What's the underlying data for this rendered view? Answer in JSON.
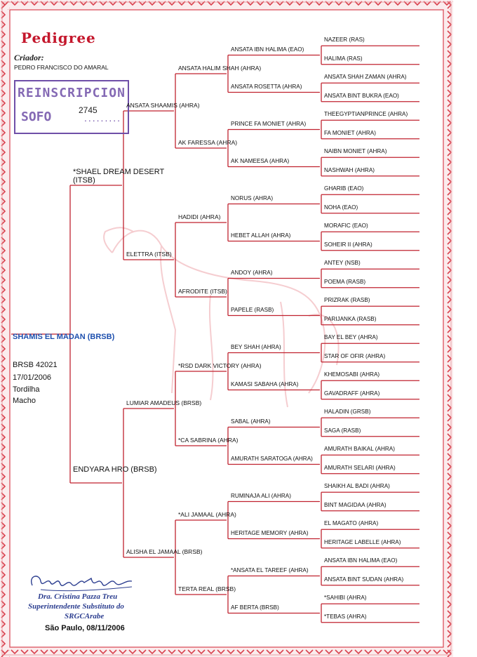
{
  "header": {
    "title": "Pedigree",
    "breeder_label": "Criador:",
    "breeder_name": "PEDRO FRANCISCO DO AMARAL"
  },
  "stamp": {
    "top_text": "REINSCRIPCION",
    "bottom_text": "SOFO",
    "number": "2745",
    "dots": "........."
  },
  "horse": {
    "name": "SHAMIS EL MADAN (BRSB)",
    "registration": "BRSB 42021",
    "birth_date": "17/01/2006",
    "color": "Tordilha",
    "sex": "Macho"
  },
  "pedigree": {
    "gen1": [
      "*SHAEL DREAM DESERT (ITSB)",
      "ENDYARA HRO (BRSB)"
    ],
    "gen2": [
      "ANSATA SHAAMIS (AHRA)",
      "ELETTRA (ITSB)",
      "LUMIAR AMADEUS (BRSB)",
      "ALISHA EL JAMAAL (BRSB)"
    ],
    "gen3": [
      "ANSATA HALIM SHAH (AHRA)",
      "AK FARESSA (AHRA)",
      "HADIDI (AHRA)",
      "AFRODITE (ITSB)",
      "*RSD DARK VICTORY (AHRA)",
      "*CA SABRINA (AHRA)",
      "*ALI JAMAAL (AHRA)",
      "TERTA REAL (BRSB)"
    ],
    "gen4": [
      "ANSATA IBN HALIMA (EAO)",
      "ANSATA ROSETTA (AHRA)",
      "PRINCE FA MONIET (AHRA)",
      "AK NAMEESA (AHRA)",
      "NORUS (AHRA)",
      "HEBET ALLAH (AHRA)",
      "ANDOY (AHRA)",
      "PAPELE (RASB)",
      "BEY SHAH (AHRA)",
      "KAMASI SABAHA (AHRA)",
      "SABAL (AHRA)",
      "AMURATH SARATOGA (AHRA)",
      "RUMINAJA ALI (AHRA)",
      "HERITAGE MEMORY (AHRA)",
      "*ANSATA EL TAREEF (AHRA)",
      "AF BERTA (BRSB)"
    ],
    "gen5": [
      "NAZEER (RAS)",
      "HALIMA (RAS)",
      "ANSATA SHAH ZAMAN (AHRA)",
      "ANSATA BINT BUKRA (EAO)",
      "THEEGYPTIANPRINCE (AHRA)",
      "FA MONIET (AHRA)",
      "NAIBN MONIET (AHRA)",
      "NASHWAH (AHRA)",
      "GHARIB (EAO)",
      "NOHA (EAO)",
      "MORAFIC (EAO)",
      "SOHEIR II (AHRA)",
      "ANTEY (NSB)",
      "POEMA (RASB)",
      "PRIZRAK (RASB)",
      "PARIJANKA (RASB)",
      "BAY EL BEY (AHRA)",
      "STAR OF OFIR (AHRA)",
      "KHEMOSABI (AHRA)",
      "GAVADRAFF (AHRA)",
      "HALADIN (GRSB)",
      "SAGA (RASB)",
      "AMURATH BAIKAL (AHRA)",
      "AMURATH SELARI (AHRA)",
      "SHAIKH AL BADI (AHRA)",
      "BINT MAGIDAA (AHRA)",
      "EL MAGATO (AHRA)",
      "HERITAGE LABELLE (AHRA)",
      "ANSATA IBN HALIMA (EAO)",
      "ANSATA BINT SUDAN (AHRA)",
      "*SAHIBI (AHRA)",
      "*TEBAS (AHRA)"
    ]
  },
  "signature": {
    "script_text": "Cristina Pazza Treu",
    "name": "Dra. Cristina Pazza Treu",
    "role_line1": "Superintendente Substituto do",
    "role_line2": "SRGCArabe"
  },
  "place_date": "São Paulo, 08/11/2006",
  "colors": {
    "border": "#d9434f",
    "tree_lines": "#c0222f",
    "title": "#c4172c",
    "horse_name": "#1d4fae",
    "stamp": "#6f4fa8",
    "signature": "#2b3d8f"
  }
}
